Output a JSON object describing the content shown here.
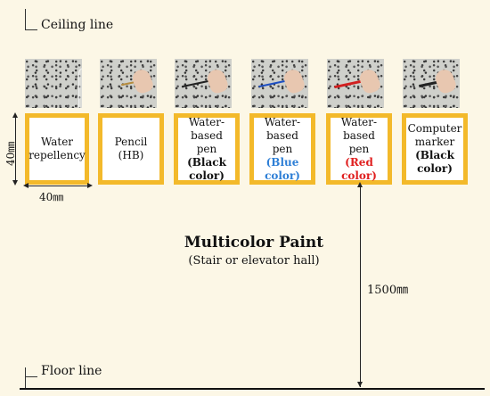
{
  "labels": {
    "ceiling": "Ceiling line",
    "floor": "Floor line",
    "height_dim": "40㎜",
    "width_dim": "40㎜",
    "tall_dim": "1500㎜",
    "title": "Multicolor Paint",
    "subtitle": "(Stair or elevator hall)"
  },
  "samples": [
    {
      "line1": "Water",
      "line2": "repellency",
      "line3": ""
    },
    {
      "line1": "Pencil",
      "line2": "(HB)",
      "line3": ""
    },
    {
      "line1": "Water-based",
      "line2": "pen",
      "line3": "(Black color)"
    },
    {
      "line1": "Water-based",
      "line2": "pen",
      "line3": "(Blue color)"
    },
    {
      "line1": "Water-based",
      "line2": "pen",
      "line3": "(Red color)"
    },
    {
      "line1": "Computer",
      "line2": "marker",
      "line3": "(Black color)"
    }
  ],
  "colors": {
    "frame": "#f3b92a",
    "wall": "#fcf7e6",
    "blue": "#2e7fd6",
    "red": "#e02020"
  }
}
